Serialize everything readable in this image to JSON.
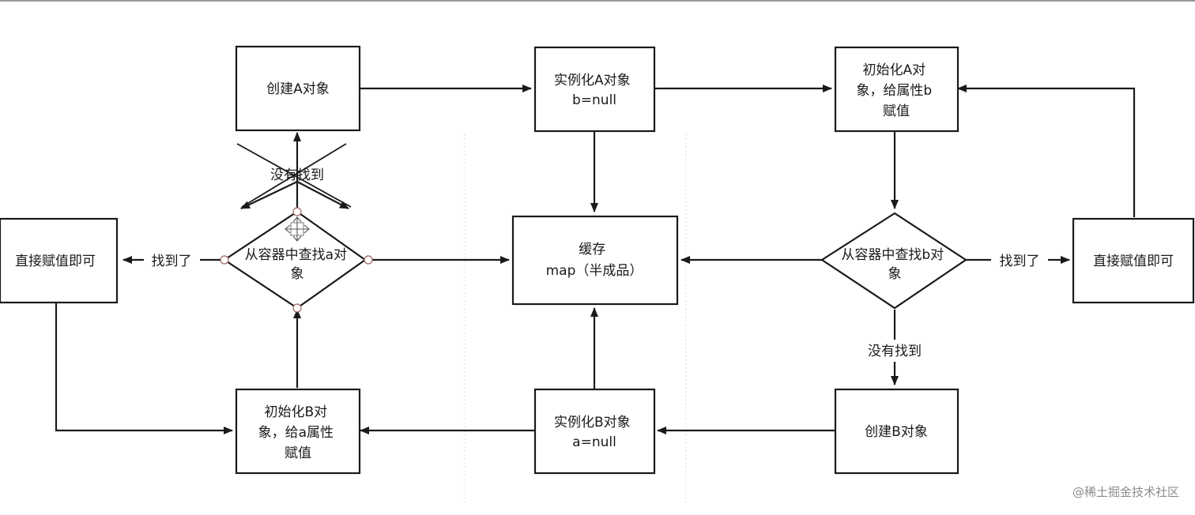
{
  "diagram": {
    "nodes": [
      {
        "id": "create-a",
        "shape": "rect",
        "lines": [
          "创建A对象"
        ]
      },
      {
        "id": "instantiate-a",
        "shape": "rect",
        "lines": [
          "实例化A对象",
          "b=null"
        ]
      },
      {
        "id": "init-a",
        "shape": "rect",
        "lines": [
          "初始化A对",
          "象，给属性b",
          "赋值"
        ]
      },
      {
        "id": "assign-left",
        "shape": "rect",
        "lines": [
          "直接赋值即可"
        ]
      },
      {
        "id": "find-a",
        "shape": "diamond",
        "lines": [
          "从容器中查找a对",
          "象"
        ]
      },
      {
        "id": "cache-map",
        "shape": "rect",
        "lines": [
          "缓存",
          "map（半成品）"
        ]
      },
      {
        "id": "find-b",
        "shape": "diamond",
        "lines": [
          "从容器中查找b对",
          "象"
        ]
      },
      {
        "id": "assign-right",
        "shape": "rect",
        "lines": [
          "直接赋值即可"
        ]
      },
      {
        "id": "init-b",
        "shape": "rect",
        "lines": [
          "初始化B对",
          "象，给a属性",
          "赋值"
        ]
      },
      {
        "id": "instantiate-b",
        "shape": "rect",
        "lines": [
          "实例化B对象",
          "a=null"
        ]
      },
      {
        "id": "create-b",
        "shape": "rect",
        "lines": [
          "创建B对象"
        ]
      }
    ],
    "edges": [
      {
        "id": "create-a-to-instantiate-a",
        "from": "create-a",
        "to": "instantiate-a",
        "label": ""
      },
      {
        "id": "instantiate-a-to-init-a",
        "from": "instantiate-a",
        "to": "init-a",
        "label": ""
      },
      {
        "id": "instantiate-a-to-cache",
        "from": "instantiate-a",
        "to": "cache-map",
        "label": ""
      },
      {
        "id": "init-a-to-find-b",
        "from": "init-a",
        "to": "find-b",
        "label": ""
      },
      {
        "id": "find-b-to-cache",
        "from": "find-b",
        "to": "cache-map",
        "label": ""
      },
      {
        "id": "find-b-to-assign-right",
        "from": "find-b",
        "to": "assign-right",
        "label": "找到了"
      },
      {
        "id": "assign-right-to-init-a",
        "from": "assign-right",
        "to": "init-a",
        "label": ""
      },
      {
        "id": "find-b-to-create-b",
        "from": "find-b",
        "to": "create-b",
        "label": "没有找到"
      },
      {
        "id": "create-b-to-instantiate-b",
        "from": "create-b",
        "to": "instantiate-b",
        "label": ""
      },
      {
        "id": "instantiate-b-to-cache",
        "from": "instantiate-b",
        "to": "cache-map",
        "label": ""
      },
      {
        "id": "instantiate-b-to-init-b",
        "from": "instantiate-b",
        "to": "init-b",
        "label": ""
      },
      {
        "id": "init-b-to-find-a",
        "from": "init-b",
        "to": "find-a",
        "label": ""
      },
      {
        "id": "find-a-to-cache",
        "from": "find-a",
        "to": "cache-map",
        "label": ""
      },
      {
        "id": "find-a-to-assign-left",
        "from": "find-a",
        "to": "assign-left",
        "label": "找到了"
      },
      {
        "id": "assign-left-to-init-b",
        "from": "assign-left",
        "to": "init-b",
        "label": ""
      },
      {
        "id": "find-a-to-create-a",
        "from": "find-a",
        "to": "create-a",
        "label": "没有找到",
        "crossed_out": true
      }
    ],
    "watermark": "@稀土掘金技术社区"
  }
}
